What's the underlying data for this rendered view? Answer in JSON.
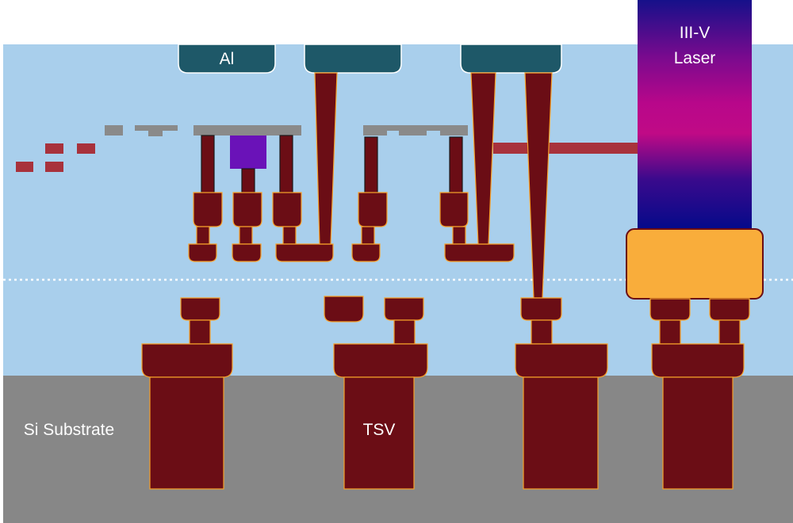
{
  "labels": {
    "al_pad": "Al",
    "laser_line1": "III-V",
    "laser_line2": "Laser",
    "substrate": "Si Substrate",
    "tsv": "TSV"
  },
  "colors": {
    "oxide": "#a9cfec",
    "substrate": "#878787",
    "copper": "#6b0d15",
    "copper_outline": "#f6a12a",
    "pad": "#1e5868",
    "dielectric_gray": "#8a8a8a",
    "waveguide_red": "#a8323c",
    "modulator_purple": "#6a12b8",
    "bond_layer": "#f9ad3b",
    "laser_top": "#16108a",
    "laser_mid": "#b8078a",
    "laser_bottom": "#040a8a"
  }
}
